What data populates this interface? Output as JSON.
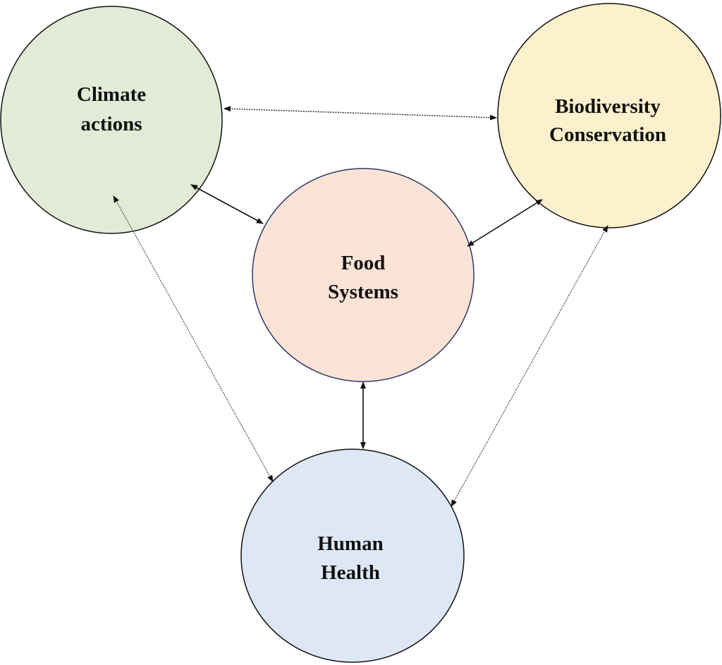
{
  "nodes": {
    "climate": {
      "lines": [
        "Climate",
        "actions"
      ],
      "color": "#e2ebd6"
    },
    "biodiversity": {
      "lines": [
        "Biodiversity",
        "Conservation"
      ],
      "color": "#fdf0cc"
    },
    "food": {
      "lines": [
        "Food",
        "Systems"
      ],
      "color": "#fde3d6"
    },
    "health": {
      "lines": [
        "Human",
        "Health"
      ],
      "color": "#dee7f5"
    }
  },
  "edges": [
    {
      "from": "climate",
      "to": "biodiversity",
      "style": "dotted",
      "direction": "both"
    },
    {
      "from": "climate",
      "to": "food",
      "style": "solid",
      "direction": "both"
    },
    {
      "from": "biodiversity",
      "to": "food",
      "style": "solid",
      "direction": "both"
    },
    {
      "from": "food",
      "to": "health",
      "style": "solid",
      "direction": "both"
    },
    {
      "from": "climate",
      "to": "health",
      "style": "dotted",
      "direction": "both"
    },
    {
      "from": "biodiversity",
      "to": "health",
      "style": "dotted",
      "direction": "both"
    }
  ]
}
